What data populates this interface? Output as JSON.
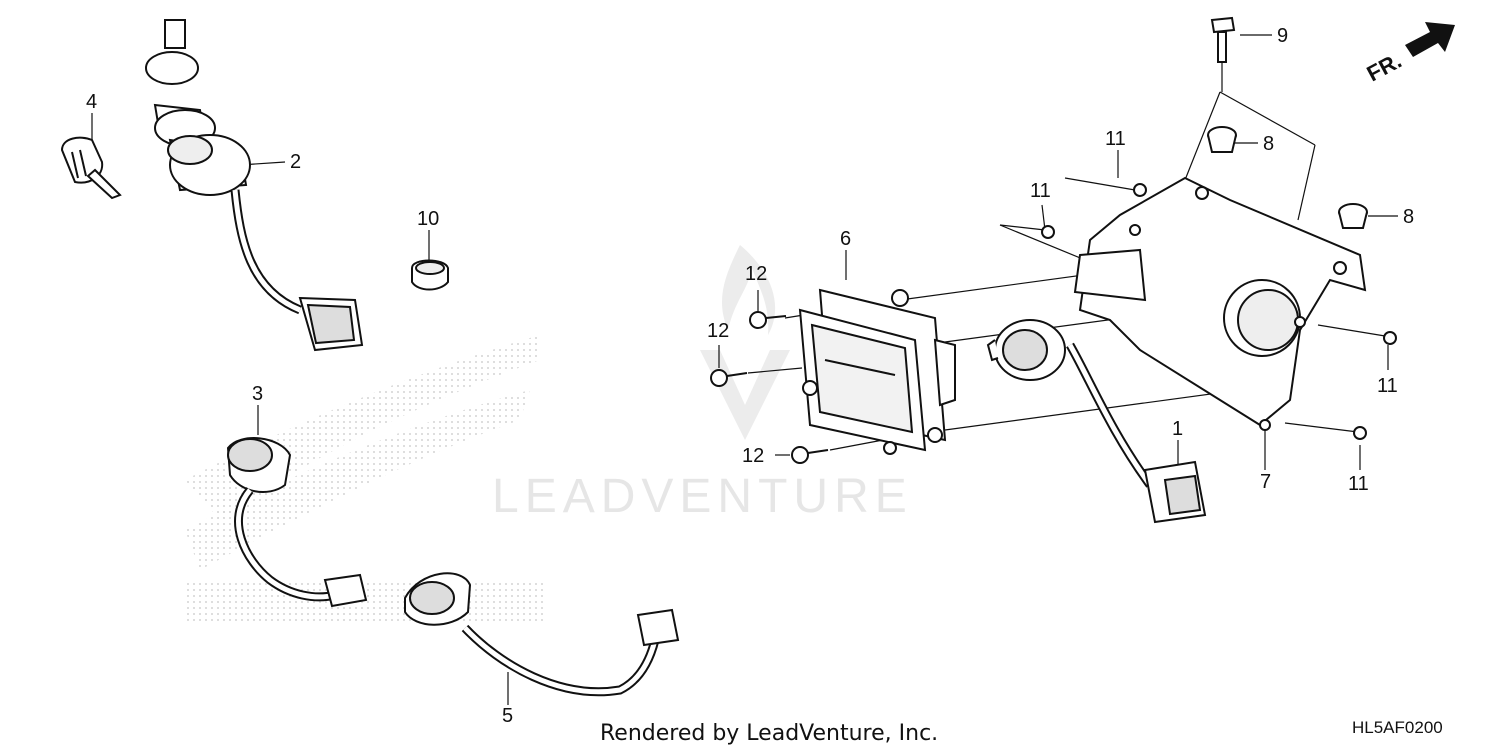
{
  "diagram": {
    "callouts": {
      "c1": "1",
      "c2": "2",
      "c3": "3",
      "c4": "4",
      "c5": "5",
      "c6": "6",
      "c7": "7",
      "c8a": "8",
      "c8b": "8",
      "c9": "9",
      "c10": "10",
      "c11a": "11",
      "c11b": "11",
      "c11c": "11",
      "c11d": "11",
      "c12a": "12",
      "c12b": "12",
      "c12c": "12"
    },
    "direction_label": "FR.",
    "footer_credit": "Rendered by LeadVenture, Inc.",
    "diagram_code": "HL5AF0200",
    "watermark_text": "LEADVENTURE",
    "colors": {
      "line": "#111111",
      "watermark": "#e6e6e6",
      "dots": "#d4d4d4"
    }
  }
}
